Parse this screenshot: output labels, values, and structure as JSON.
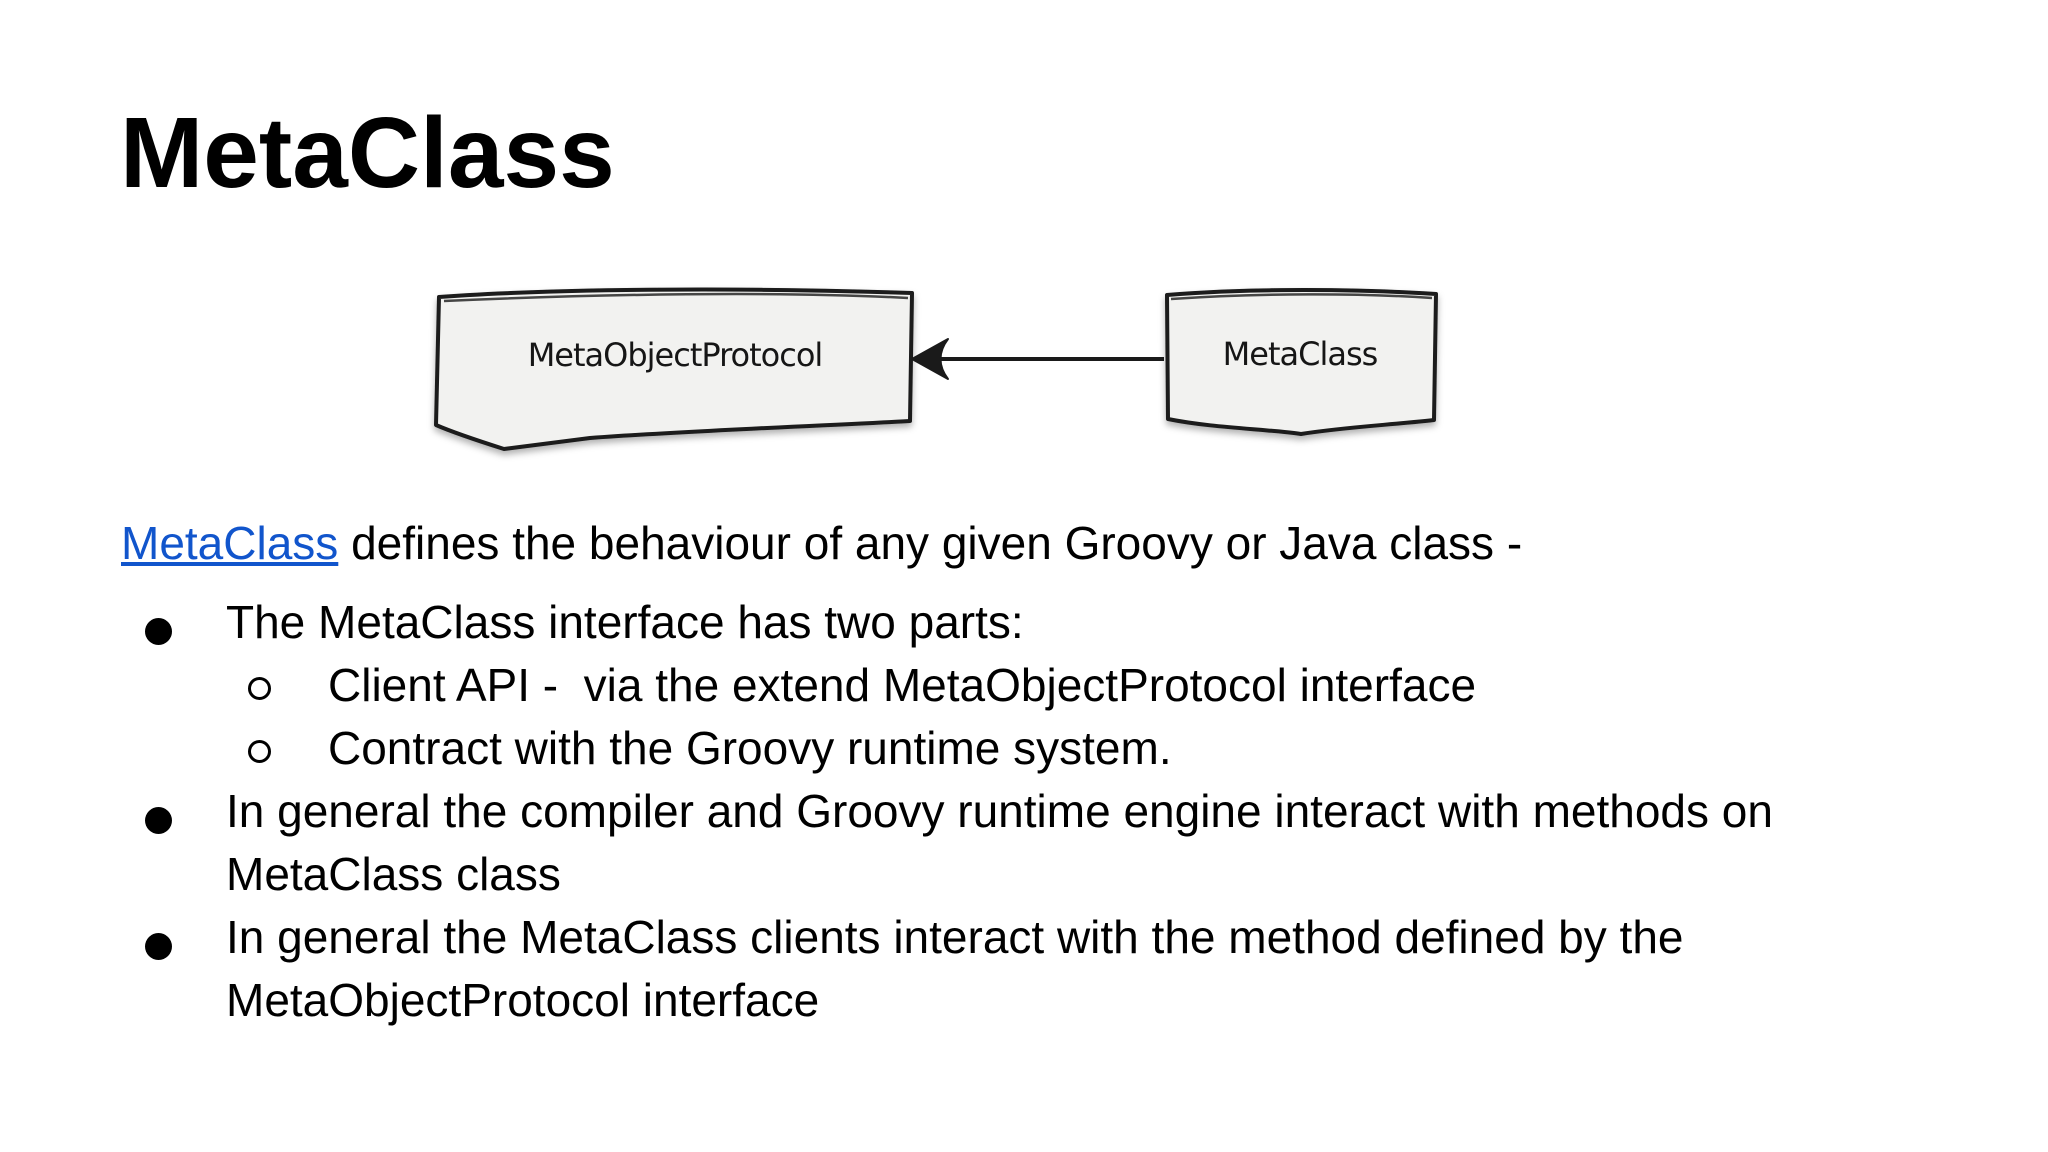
{
  "slide": {
    "title": "MetaClass",
    "diagram": {
      "boxes": [
        {
          "label": "MetaObjectProtocol"
        },
        {
          "label": "MetaClass"
        }
      ],
      "arrow": {
        "from": "MetaClass",
        "to": "MetaObjectProtocol",
        "direction": "left",
        "icon": "left-open-arrowhead"
      }
    },
    "intro": {
      "link_text": "MetaClass",
      "rest_text": " defines the behaviour of any given Groovy or Java class -"
    },
    "bullets": [
      {
        "level": 1,
        "text": "The MetaClass interface has two parts:"
      },
      {
        "level": 2,
        "text": "Client API -  via the extend MetaObjectProtocol interface"
      },
      {
        "level": 2,
        "text": "Contract with the Groovy runtime system."
      },
      {
        "level": 1,
        "text": "In general the compiler and Groovy runtime engine interact with methods on MetaClass class"
      },
      {
        "level": 1,
        "text": "In general the MetaClass clients interact with the method defined by the MetaObjectProtocol interface"
      }
    ],
    "icons": {
      "level1_bullet": "filled-circle",
      "level2_bullet": "hollow-circle"
    },
    "colors": {
      "background": "#ffffff",
      "text": "#000000",
      "link": "#1155cc",
      "box_fill": "#f2f2f0",
      "box_border": "#1a1a1a"
    }
  }
}
